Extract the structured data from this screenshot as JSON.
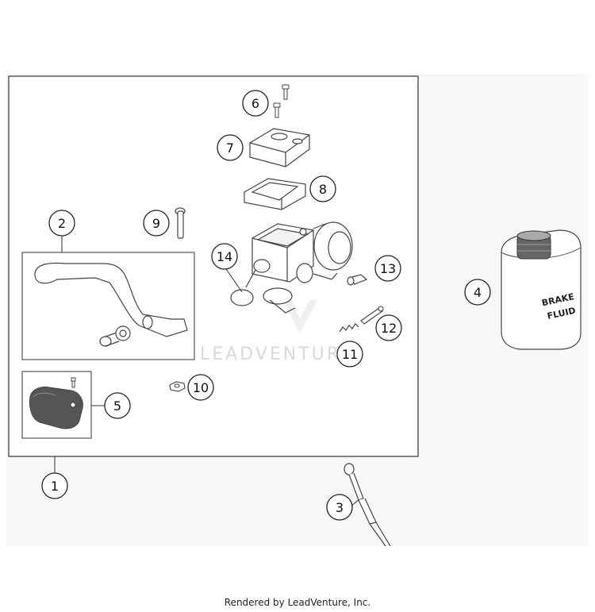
{
  "diagram": {
    "watermark": "LEADVENTURE",
    "bottle_label_line1": "BRAKE",
    "bottle_label_line2": "FLUID",
    "callouts": [
      "1",
      "2",
      "3",
      "4",
      "5",
      "6",
      "7",
      "8",
      "9",
      "10",
      "11",
      "12",
      "13",
      "14"
    ]
  },
  "footer": {
    "text": "Rendered by LeadVenture, Inc."
  }
}
